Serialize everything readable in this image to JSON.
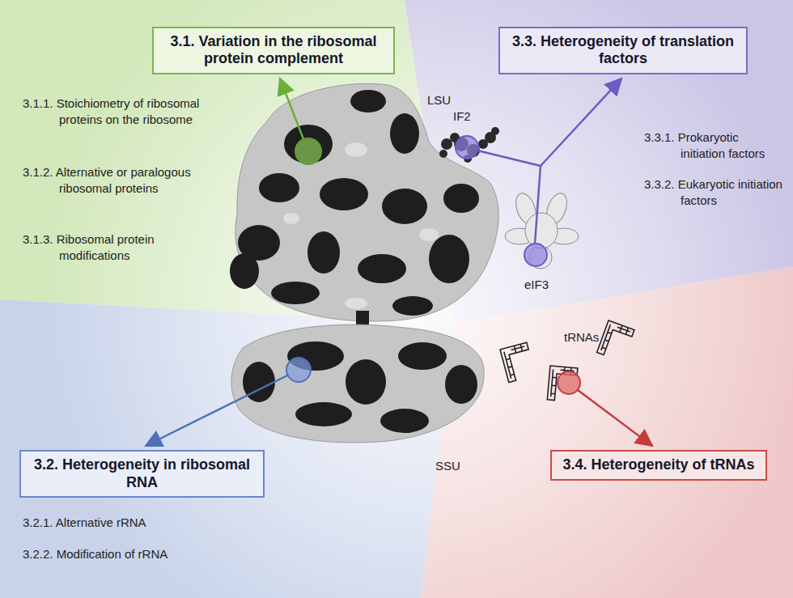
{
  "diagram": {
    "nodes": [
      {
        "text": [
          "3.1. Variation in the ribosomal protein complement"
        ]
      },
      {
        "text": [
          "3.3. Heterogeneity of translation factors"
        ]
      },
      {
        "text": [
          "3.2. Heterogeneity in ribosomal RNA"
        ]
      },
      {
        "text": [
          "3.4. Heterogeneity of tRNAs"
        ]
      }
    ],
    "labels": [
      "3.1.1. Stoichiometry of ribosomal proteins on the ribosome",
      "3.1.2. Alternative or paralogous ribosomal proteins",
      "3.1.3. Ribosomal protein modifications",
      "LSU",
      "IF2",
      "3.3.1. Prokaryotic initiation factors",
      "3.3.2. Eukaryotic initiation factors",
      "eIF3",
      "tRNAs",
      "SSU",
      "3.2.1. Alternative rRNA",
      "3.2.2. Modification of rRNA"
    ]
  }
}
